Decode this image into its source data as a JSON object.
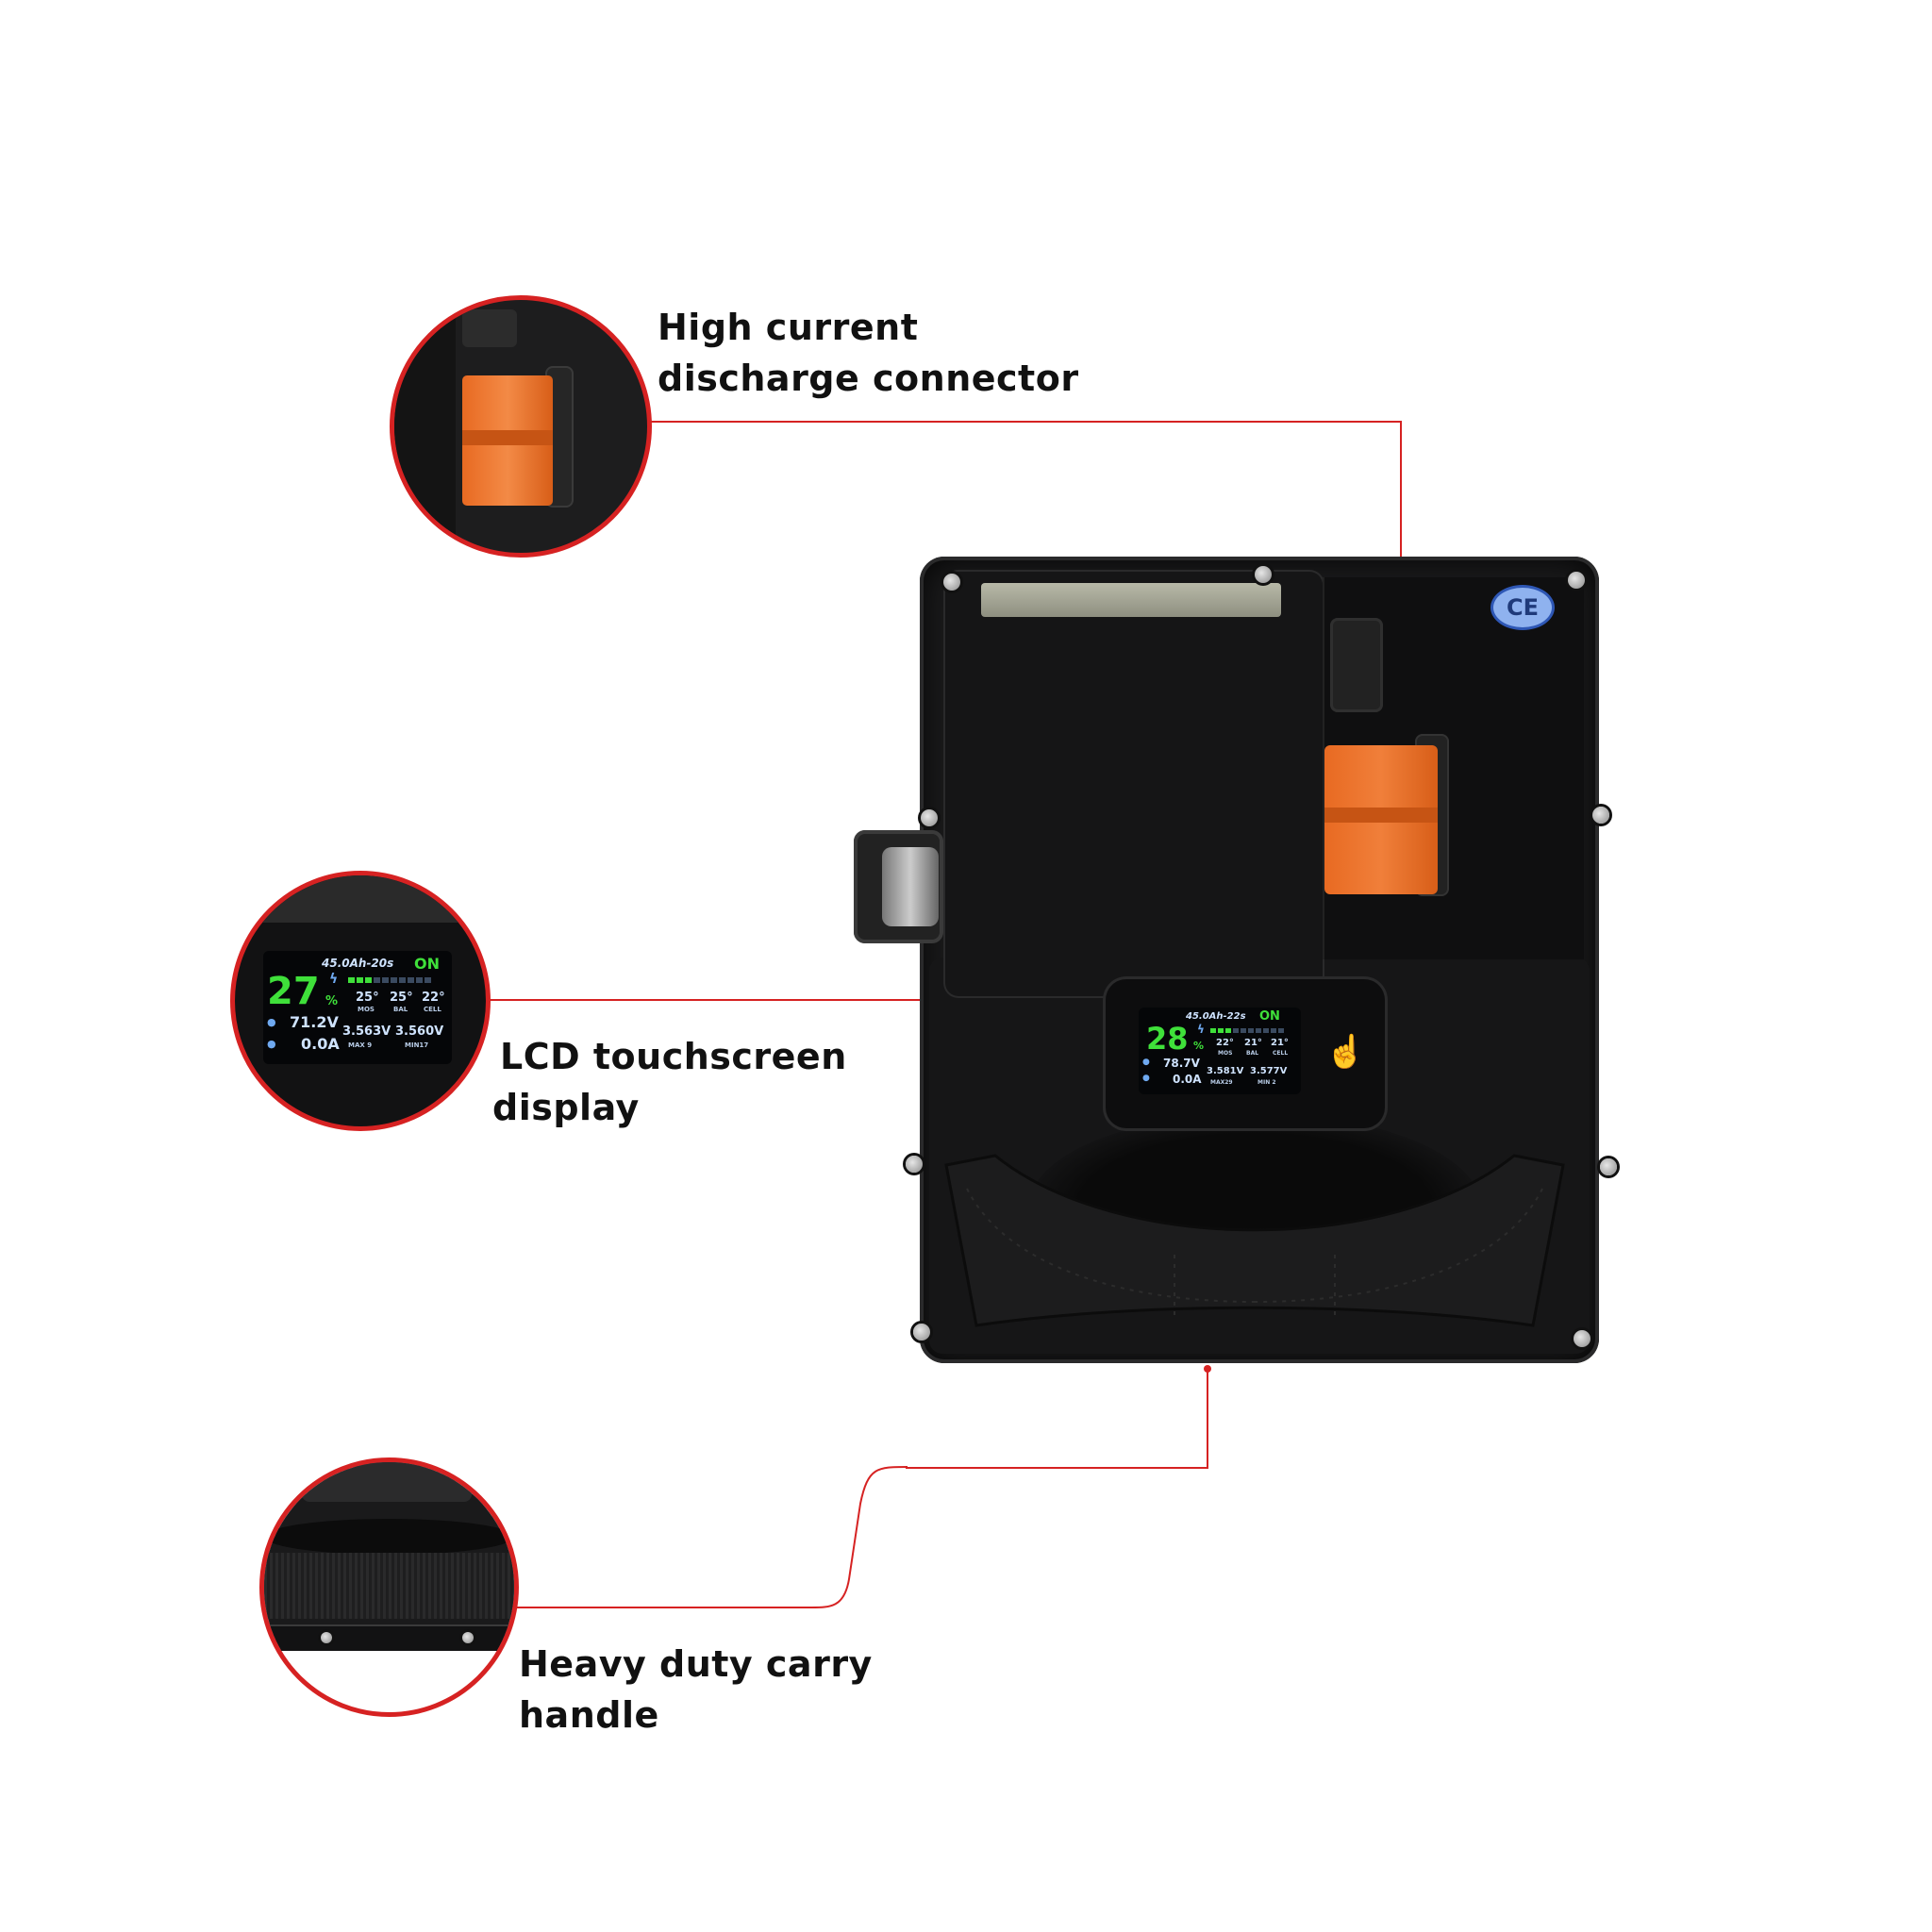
{
  "callouts": [
    {
      "id": "discharge-connector",
      "label_lines": [
        "High current",
        "discharge connector"
      ]
    },
    {
      "id": "lcd-display",
      "label_lines": [
        "LCD touchscreen",
        "display"
      ]
    },
    {
      "id": "carry-handle",
      "label_lines": [
        "Heavy duty carry",
        "handle"
      ]
    }
  ],
  "product": {
    "certification_mark": "CE",
    "main_lcd": {
      "capacity_config": "45.0Ah-22s",
      "status": "ON",
      "soc_percent": "28",
      "percent_sign": "%",
      "soc_bars_filled": 3,
      "soc_bars_total": 10,
      "temps": [
        {
          "value": "22°",
          "label": "MOS"
        },
        {
          "value": "21°",
          "label": "BAL"
        },
        {
          "value": "21°",
          "label": "CELL"
        }
      ],
      "pack_voltage": "78.7V",
      "current": "0.0A",
      "cell_max": {
        "value": "3.581V",
        "label": "MAX29"
      },
      "cell_min": {
        "value": "3.577V",
        "label": "MIN 2"
      }
    },
    "callout_lcd": {
      "capacity_config": "45.0Ah-20s",
      "status": "ON",
      "soc_percent": "27",
      "percent_sign": "%",
      "soc_bars_filled": 3,
      "soc_bars_total": 10,
      "temps": [
        {
          "value": "25°",
          "label": "MOS"
        },
        {
          "value": "25°",
          "label": "BAL"
        },
        {
          "value": "22°",
          "label": "CELL"
        }
      ],
      "pack_voltage": "71.2V",
      "current": "0.0A",
      "cell_max": {
        "value": "3.563V",
        "label": "MAX 9"
      },
      "cell_min": {
        "value": "3.560V",
        "label": "MIN17"
      }
    },
    "touch_hint_icon": "☝"
  },
  "colors": {
    "accent_red": "#d62222",
    "lcd_green": "#3fe03a",
    "lcd_blue": "#6fa9f0",
    "connector_orange": "#e86a22",
    "body_black": "#1b1b1c"
  }
}
